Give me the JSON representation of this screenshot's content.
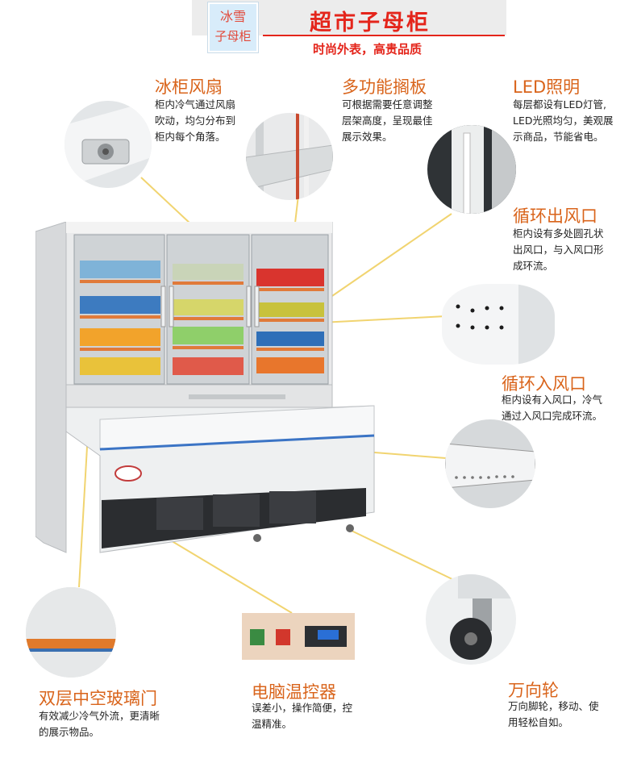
{
  "brand": {
    "line1": "冰雪",
    "line2": "子母柜"
  },
  "header": {
    "title": "超市子母柜",
    "subtitle": "时尚外表，高贵品质"
  },
  "features": {
    "fan": {
      "title": "冰柜风扇",
      "desc": [
        "柜内冷气通过风扇",
        "吹动，均匀分布到",
        "柜内每个角落。"
      ]
    },
    "shelf": {
      "title": "多功能搁板",
      "desc": [
        "可根据需要任意调整",
        "层架高度，呈现最佳",
        "展示效果。"
      ]
    },
    "led": {
      "title": "LED照明",
      "desc": [
        "每层都设有LED灯管,",
        "LED光照均匀，美观展",
        "示商品，节能省电。"
      ]
    },
    "outlet": {
      "title": "循环出风口",
      "desc": [
        "柜内设有多处圆孔状",
        "出风口，与入风口形",
        "成环流。"
      ]
    },
    "inlet": {
      "title": "循环入风口",
      "desc": [
        "柜内设有入风口，冷气",
        "通过入风口完成环流。"
      ]
    },
    "glass": {
      "title": "双层中空玻璃门",
      "desc": [
        "有效减少冷气外流，更清晰",
        "的展示物品。"
      ]
    },
    "thermo": {
      "title": "电脑温控器",
      "desc": [
        "误差小，操作简便，控",
        "温精准。"
      ]
    },
    "wheel": {
      "title": "万向轮",
      "desc": [
        "万向脚轮，移动、使",
        "用轻松自如。"
      ]
    }
  },
  "colors": {
    "accent": "#e4251b",
    "feature_title": "#d9641b",
    "callout_line": "#f1d470"
  }
}
